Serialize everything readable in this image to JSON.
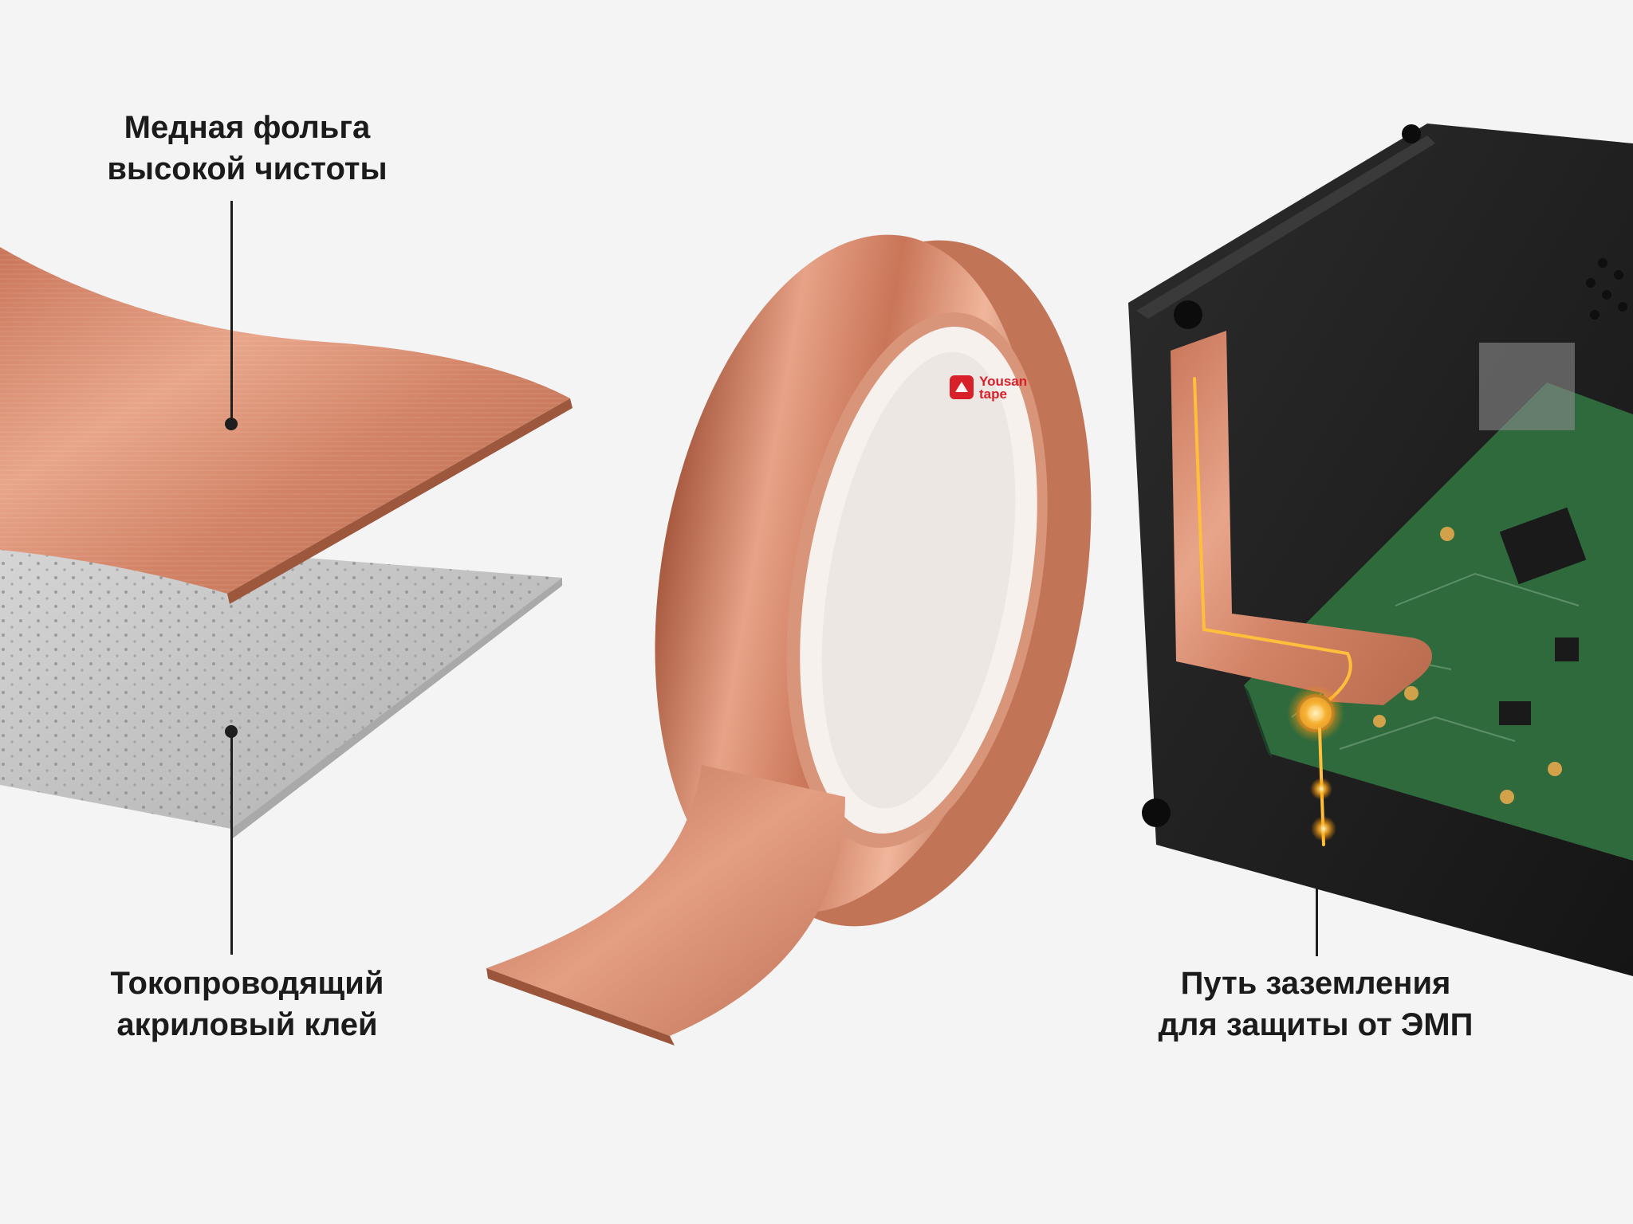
{
  "colors": {
    "background": "#f4f4f4",
    "copper": "#d7876a",
    "copper_dark": "#a85c40",
    "adhesive": "#c9c9c9",
    "pcb": "#2f6a3d",
    "enclosure": "#222222",
    "brand_red": "#d8202b",
    "ground_glow": "#ffb020"
  },
  "labels": {
    "foil": {
      "line1": "Медная фольга",
      "line2": "высокой чистоты"
    },
    "adhesive": {
      "line1": "Токопроводящий",
      "line2": "акриловый клей"
    },
    "grounding": {
      "line1": "Путь заземления",
      "line2": "для защиты от ЭМП"
    }
  },
  "tape_liner": {
    "brand_line1": "Yousan",
    "brand_line2": "tape",
    "logo_icon": "yousan-logo-icon"
  }
}
